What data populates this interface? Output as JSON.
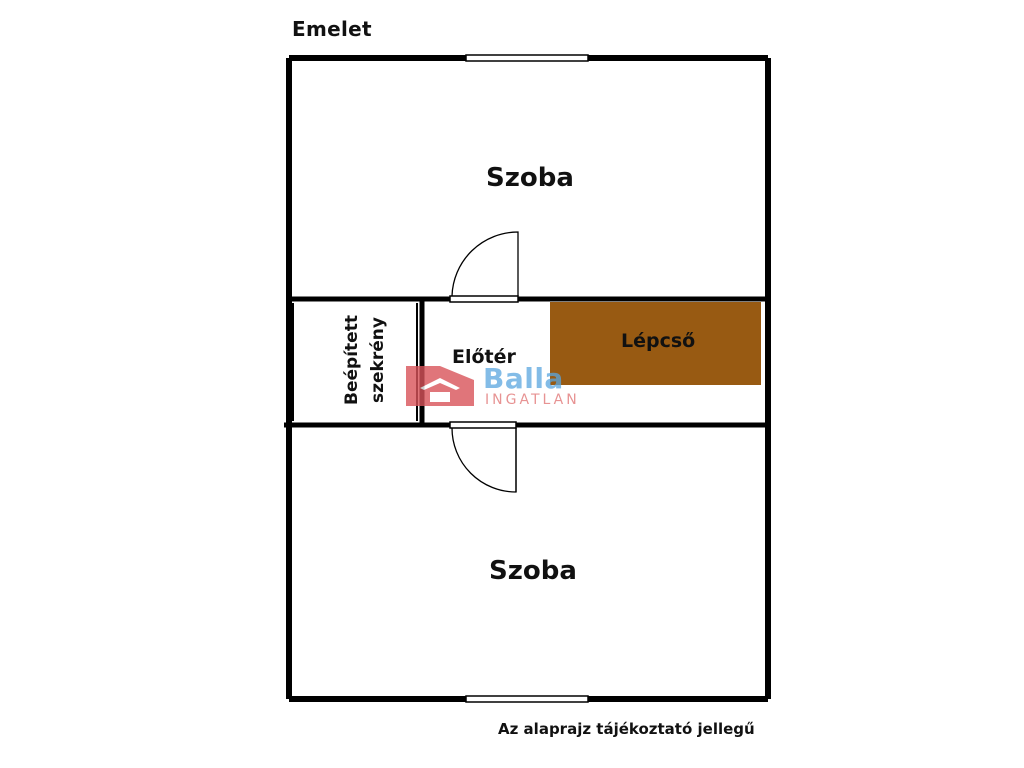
{
  "title": "Emelet",
  "footnote": "Az alaprajz tájékoztató jellegű",
  "rooms": {
    "top_room": "Szoba",
    "bottom_room": "Szoba",
    "hallway": "Előtér",
    "stairs": "Lépcső",
    "cabinet_line1": "Beépített",
    "cabinet_line2": "szekrény"
  },
  "watermark": {
    "brand": "Balla",
    "sub": "INGATLAN"
  },
  "colors": {
    "wall": "#000000",
    "stairs_fill": "#985a12",
    "watermark_house": "#d9535a",
    "watermark_text": "#5aa6df"
  }
}
